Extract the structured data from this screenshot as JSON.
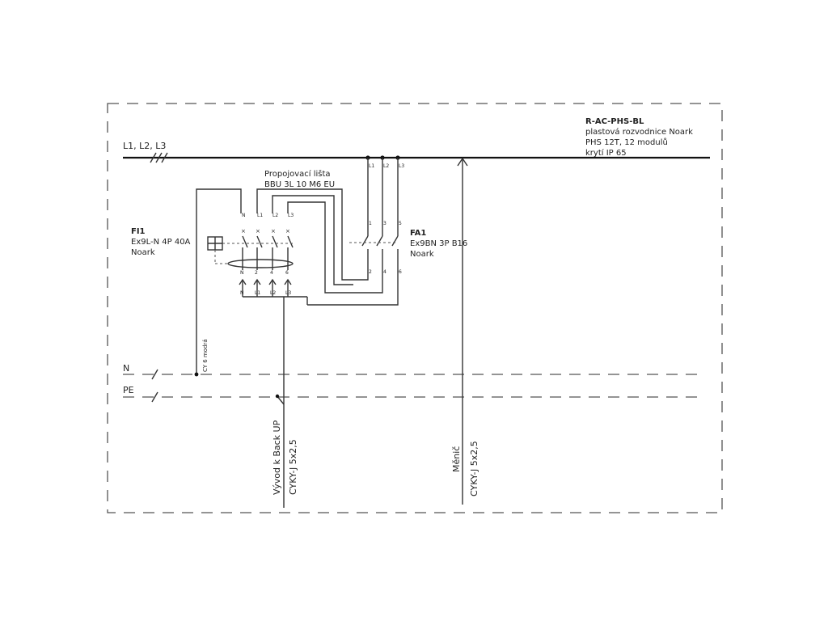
{
  "panel": {
    "code": "R-AC-PHS-BL",
    "line1": "plastová rozvodnice Noark",
    "line2": "PHS 12T, 12 modulů",
    "line3": "krytí IP 65"
  },
  "bus": {
    "label": "L1, L2, L3",
    "taps": [
      "L1",
      "L2",
      "L3"
    ]
  },
  "link_bar": {
    "line1": "Propojovací lišta",
    "line2": "BBU 3L 10 M6 EU"
  },
  "rcd": {
    "tag": "FI1",
    "model": "Ex9L-N 4P 40A",
    "brand": "Noark",
    "top_terms": [
      "N",
      "L1",
      "L2",
      "L3"
    ],
    "bottom_nums": [
      "N",
      "2",
      "4",
      "6"
    ],
    "bottom_terms": [
      "N",
      "L1",
      "L2",
      "L3"
    ]
  },
  "mcb": {
    "tag": "FA1",
    "model": "Ex9BN 3P B16",
    "brand": "Noark",
    "top_nums": [
      "1",
      "3",
      "5"
    ],
    "bottom_nums": [
      "2",
      "4",
      "6"
    ]
  },
  "neutral_wire": "CY 6 modrá",
  "rails": {
    "n": "N",
    "pe": "PE"
  },
  "outputs": {
    "backup_title": "Vývod k Back UP",
    "backup_cable": "CYKY-J 5x2,5",
    "inverter_title": "Měnič",
    "inverter_cable": "CYKY-J 5x2,5"
  }
}
